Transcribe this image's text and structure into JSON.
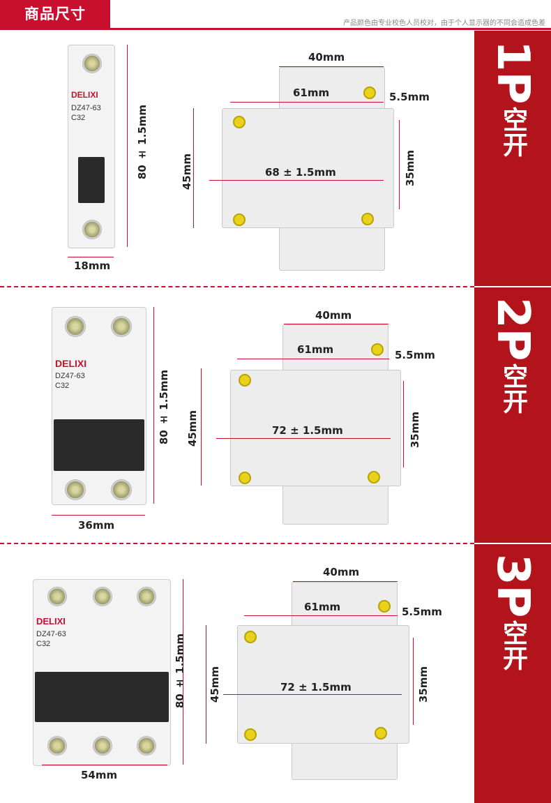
{
  "header": {
    "tab_label": "商品尺寸",
    "note": "产品颜色由专业校色人员校对，由于个人显示器的不同会造成色差"
  },
  "colors": {
    "accent": "#c8102e",
    "side_bar": "#b3141c"
  },
  "sections": [
    {
      "pole": "1P",
      "label": "空开",
      "front": {
        "brand": "DELIXI",
        "model": "DZ47-63",
        "rating": "C32",
        "height": "80 ± 1.5mm",
        "width": "18mm"
      },
      "side": {
        "top": "40mm",
        "inner": "61mm",
        "offset": "5.5mm",
        "depth": "68 ± 1.5mm",
        "left": "45mm",
        "right": "35mm"
      }
    },
    {
      "pole": "2P",
      "label": "空开",
      "front": {
        "brand": "DELIXI",
        "model": "DZ47-63",
        "rating": "C32",
        "height": "80 ± 1.5mm",
        "width": "36mm"
      },
      "side": {
        "top": "40mm",
        "inner": "61mm",
        "offset": "5.5mm",
        "depth": "72 ± 1.5mm",
        "left": "45mm",
        "right": "35mm"
      }
    },
    {
      "pole": "3P",
      "label": "空开",
      "front": {
        "brand": "DELIXI",
        "model": "DZ47-63",
        "rating": "C32",
        "height": "80 ± 1.5mm",
        "width": "54mm"
      },
      "side": {
        "top": "40mm",
        "inner": "61mm",
        "offset": "5.5mm",
        "depth": "72 ± 1.5mm",
        "left": "45mm",
        "right": "35mm"
      }
    }
  ]
}
